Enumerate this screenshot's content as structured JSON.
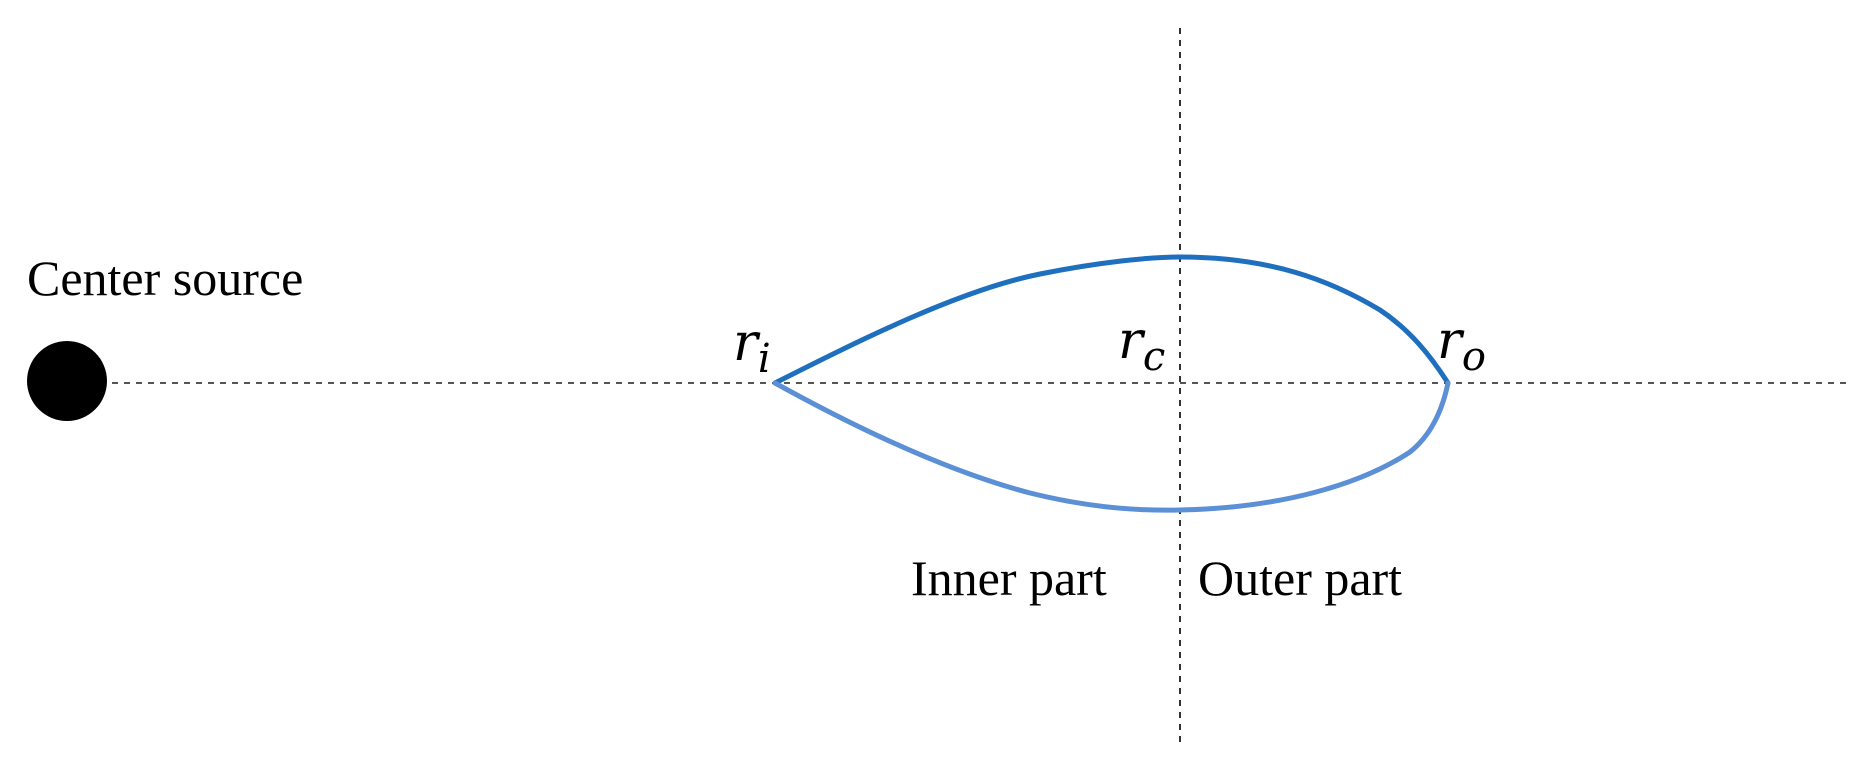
{
  "labels": {
    "center_source": "Center source",
    "r_i": {
      "base": "r",
      "sub": "i"
    },
    "r_c": {
      "base": "r",
      "sub": "c"
    },
    "r_o": {
      "base": "r",
      "sub": "o"
    },
    "inner_part": "Inner part",
    "outer_part": "Outer part"
  },
  "colors": {
    "upper_curve": "#1f6fbf",
    "lower_curve": "#5b8fd6",
    "axis_dashed": "#444444",
    "source_dot": "#000000",
    "text": "#000000"
  }
}
